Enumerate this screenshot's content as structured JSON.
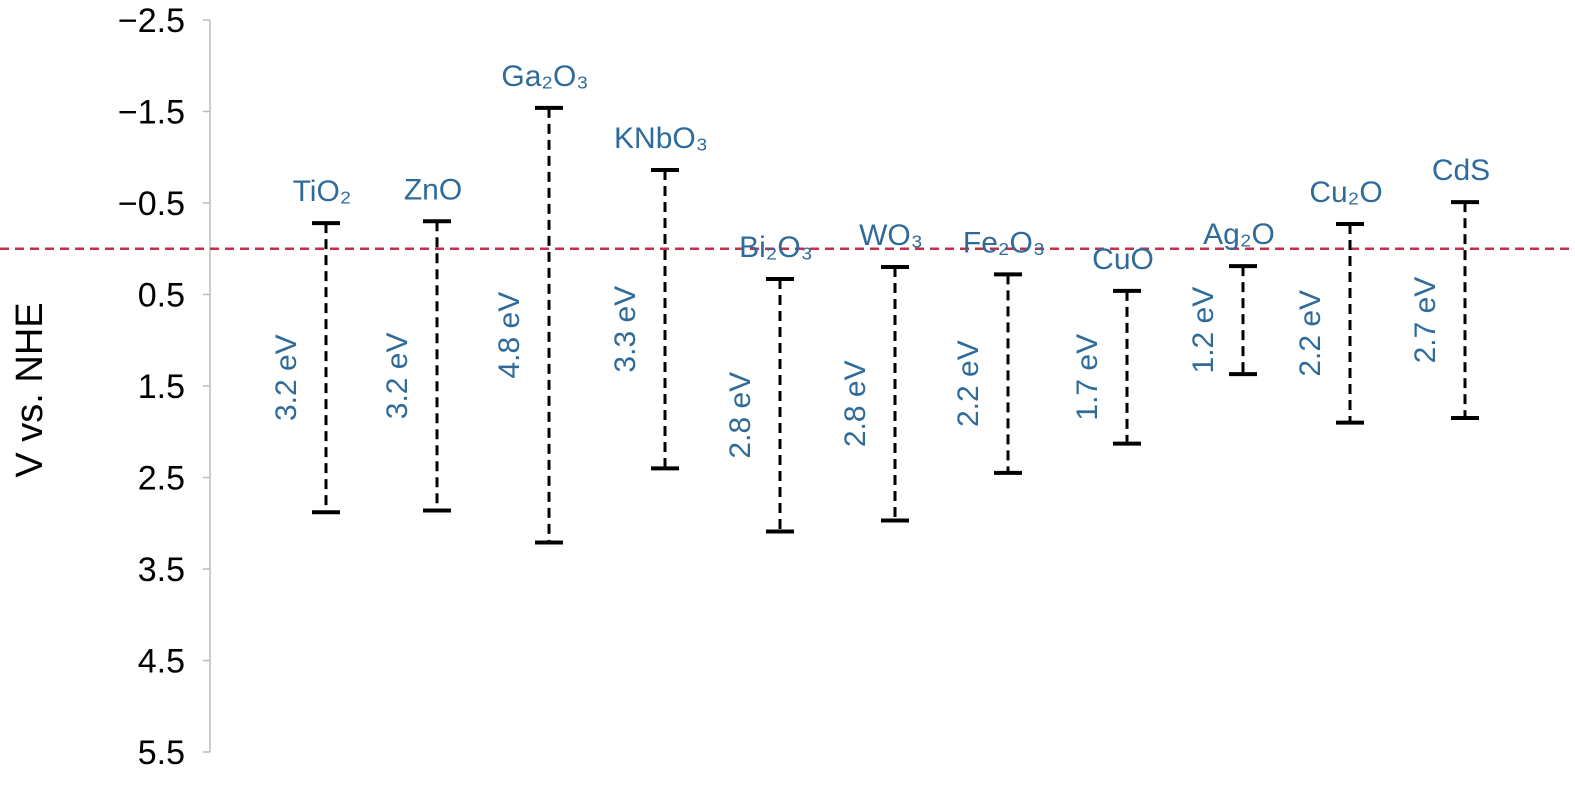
{
  "chart_data": {
    "type": "range-bar",
    "title": "",
    "ylabel": "V vs. NHE",
    "ylim": [
      -2.5,
      5.5
    ],
    "y_inverted": true,
    "yticks": [
      "−2.5",
      "−1.5",
      "−0.5",
      "0.5",
      "1.5",
      "2.5",
      "3.5",
      "4.5",
      "5.5"
    ],
    "ytick_values": [
      -2.5,
      -1.5,
      -0.5,
      0.5,
      1.5,
      2.5,
      3.5,
      4.5,
      5.5
    ],
    "reference_line": {
      "value": 0,
      "color": "#C0304A",
      "style": "dashed"
    },
    "label_color": "#2F6B9A",
    "materials": [
      {
        "name": "TiO₂",
        "cb": -0.28,
        "vb": 2.88,
        "gap_label": "3.2 eV"
      },
      {
        "name": "ZnO",
        "cb": -0.3,
        "vb": 2.86,
        "gap_label": "3.2 eV"
      },
      {
        "name": "Ga₂O₃",
        "cb": -1.54,
        "vb": 3.21,
        "gap_label": "4.8 eV"
      },
      {
        "name": "KNbO₃",
        "cb": -0.86,
        "vb": 2.4,
        "gap_label": "3.3 eV"
      },
      {
        "name": "Bi₂O₃",
        "cb": 0.33,
        "vb": 3.09,
        "gap_label": "2.8 eV"
      },
      {
        "name": "WO₃",
        "cb": 0.2,
        "vb": 2.97,
        "gap_label": "2.8 eV"
      },
      {
        "name": "Fe₂O₃",
        "cb": 0.28,
        "vb": 2.45,
        "gap_label": "2.2 eV"
      },
      {
        "name": "CuO",
        "cb": 0.46,
        "vb": 2.13,
        "gap_label": "1.7 eV"
      },
      {
        "name": "Ag₂O",
        "cb": 0.19,
        "vb": 1.37,
        "gap_label": "1.2 eV"
      },
      {
        "name": "Cu₂O",
        "cb": -0.27,
        "vb": 1.9,
        "gap_label": "2.2 eV"
      },
      {
        "name": "CdS",
        "cb": -0.51,
        "vb": 1.85,
        "gap_label": "2.7 eV"
      }
    ]
  }
}
